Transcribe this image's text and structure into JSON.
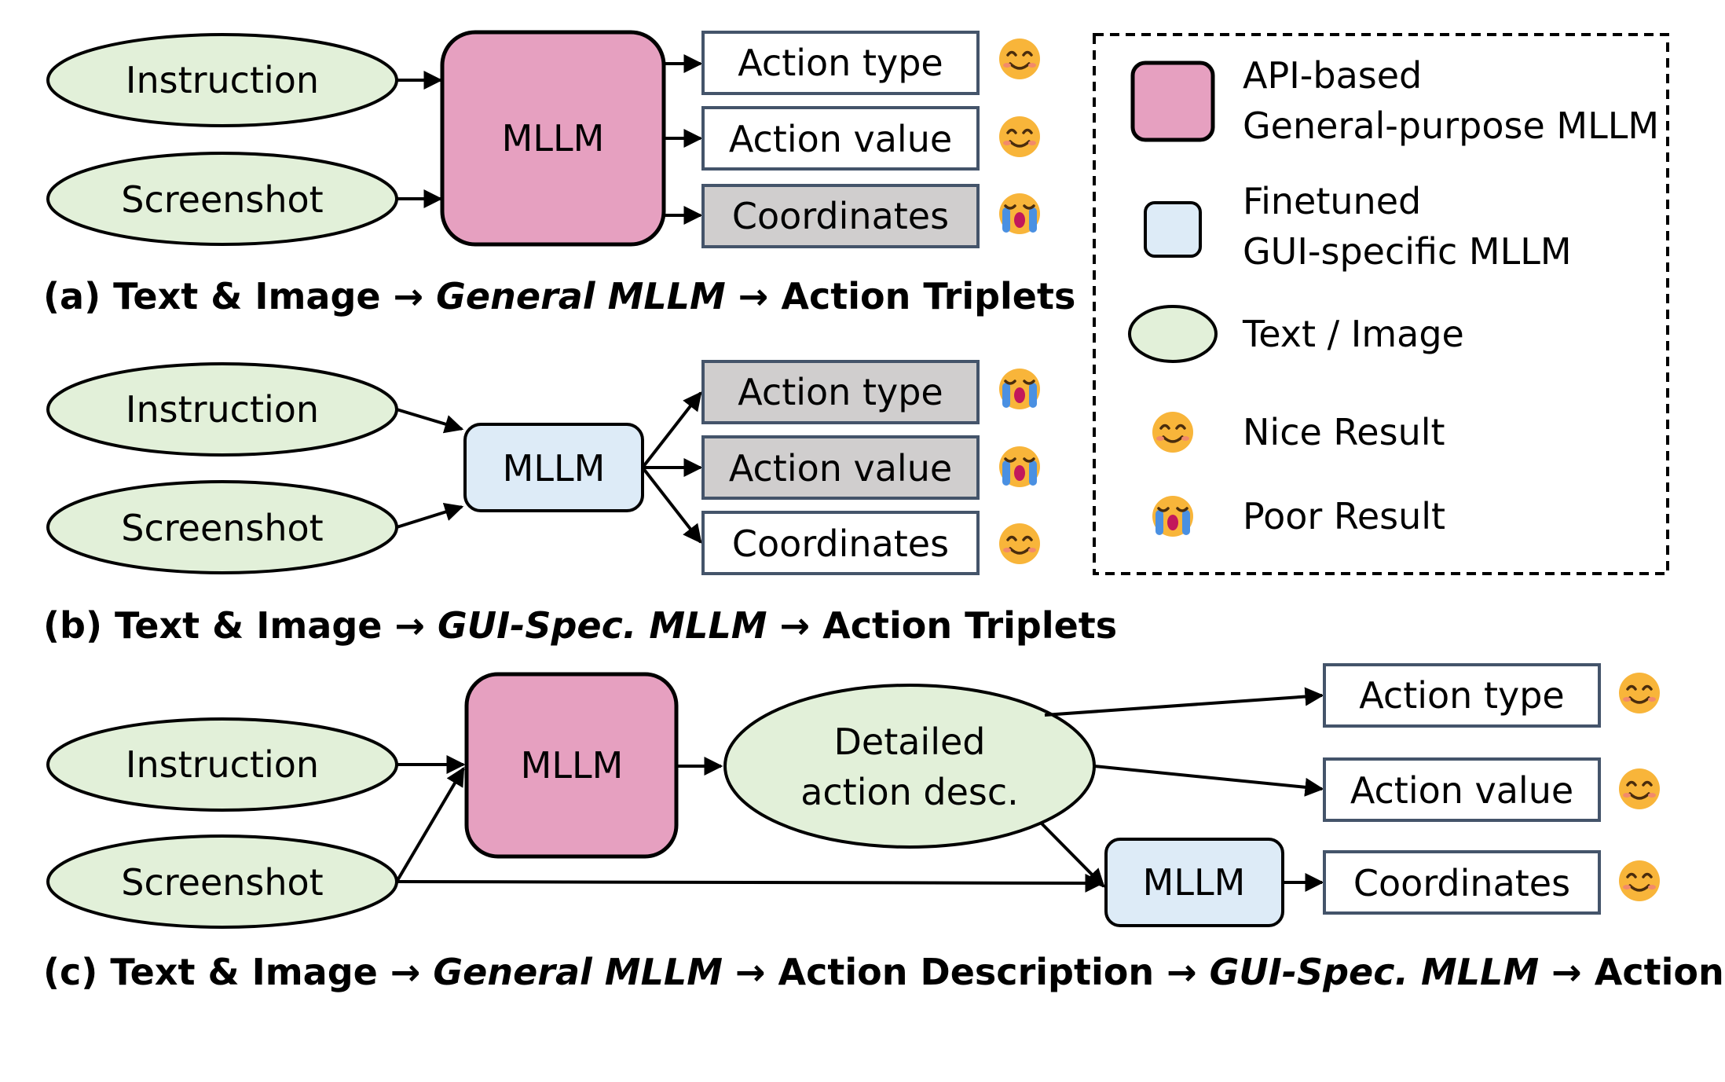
{
  "panel_a": {
    "inputs": [
      "Instruction",
      "Screenshot"
    ],
    "model": "MLLM",
    "outputs": [
      "Action type",
      "Action value",
      "Coordinates"
    ],
    "caption": {
      "prefix": "(a) Text & Image → ",
      "model": "General MLLM",
      "suffix": " → Action Triplets"
    }
  },
  "panel_b": {
    "inputs": [
      "Instruction",
      "Screenshot"
    ],
    "model": "MLLM",
    "outputs": [
      "Action type",
      "Action value",
      "Coordinates"
    ],
    "caption": {
      "prefix": "(b) Text & Image → ",
      "model": "GUI-Spec. MLLM",
      "suffix": " → Action Triplets"
    }
  },
  "panel_c": {
    "inputs": [
      "Instruction",
      "Screenshot"
    ],
    "model": "MLLM",
    "description_lines": [
      "Detailed",
      "action desc."
    ],
    "gui_model": "MLLM",
    "outputs": [
      "Action type",
      "Action value",
      "Coordinates"
    ],
    "caption": {
      "p1": "(c) Text & Image → ",
      "m1": "General MLLM",
      "p2": " → Action Description → ",
      "m2": "GUI-Spec. MLLM",
      "p3": " → Action Triplets"
    }
  },
  "legend": {
    "general_lines": [
      "API-based",
      "General-purpose MLLM"
    ],
    "gui_lines": [
      "Finetuned",
      "GUI-specific MLLM"
    ],
    "text_image": "Text / Image",
    "nice": "Nice Result",
    "poor": "Poor Result"
  },
  "colors": {
    "general_mllm": "#e6a0c0",
    "gui_mllm": "#ddebf7",
    "text_image": "#e2f0d9",
    "poor_output": "#d0cece",
    "smile_face": "#f8b53a",
    "tears": "#4a90e2"
  }
}
